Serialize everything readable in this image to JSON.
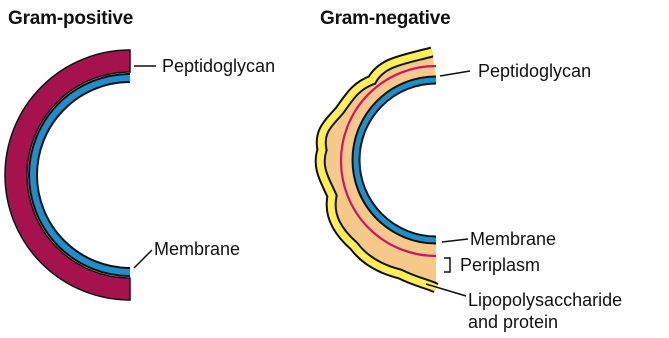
{
  "gram_positive": {
    "title": "Gram-positive",
    "labels": {
      "peptidoglycan": "Peptidoglycan",
      "membrane": "Membrane"
    }
  },
  "gram_negative": {
    "title": "Gram-negative",
    "labels": {
      "peptidoglycan": "Peptidoglycan",
      "membrane": "Membrane",
      "periplasm": "Periplasm",
      "lps_line1": "Lipopolysaccharide",
      "lps_line2": "and protein"
    }
  },
  "colors": {
    "peptidoglycan_thick": "#a5124d",
    "membrane": "#1f8fcc",
    "outline": "#111111",
    "outer_membrane": "#ffee55",
    "periplasm_fill": "#f6c98a",
    "peptidoglycan_thin": "#c8176a"
  }
}
